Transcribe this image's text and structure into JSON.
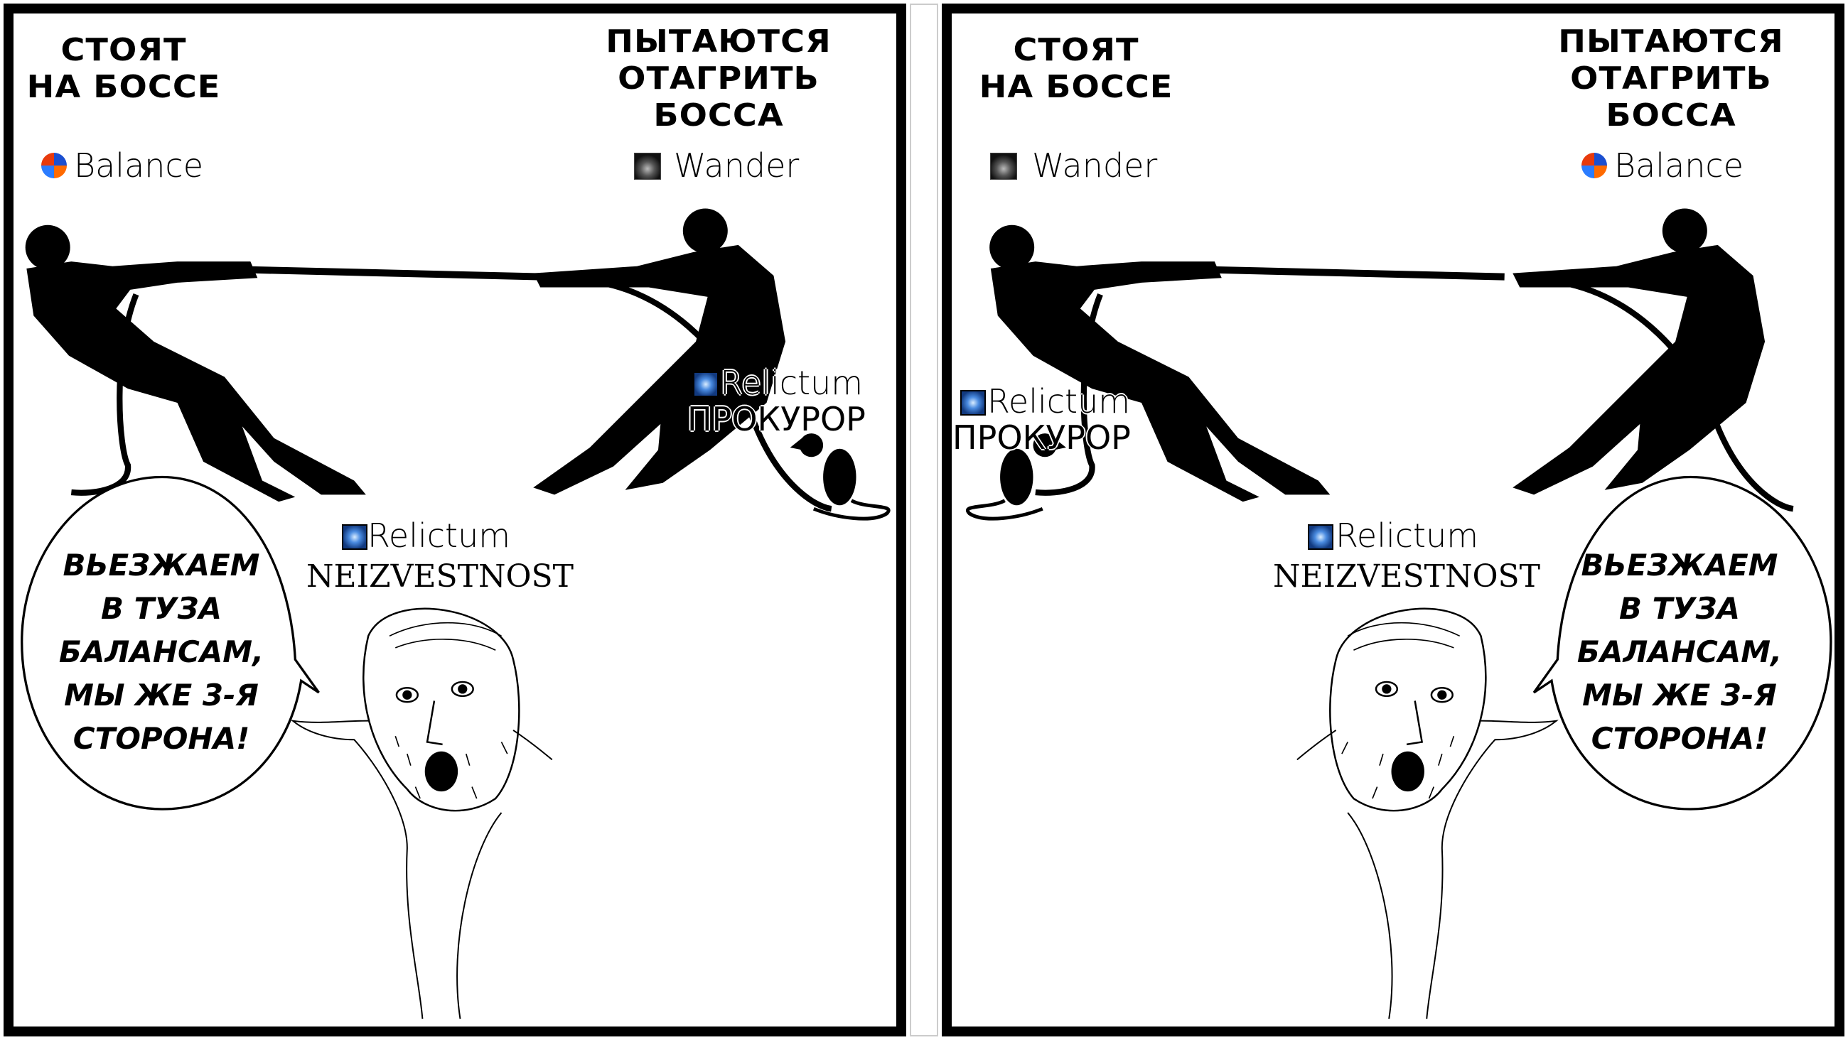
{
  "panels": [
    {
      "left_header": [
        "СТОЯТ",
        "НА БОССЕ"
      ],
      "right_header": [
        "ПЫТАЮТСЯ",
        "ОТАГРИТЬ",
        "БОССА"
      ],
      "left_team": {
        "name": "Balance",
        "icon": "balance-guild-icon"
      },
      "right_team": {
        "name": "Wander",
        "icon": "wander-guild-icon"
      },
      "rat_label": {
        "guild": "Relictum",
        "name": "ПРОКУРОР"
      },
      "wojak_label": {
        "guild": "Relictum",
        "name": "NEIZVESTNOST"
      },
      "speech": [
        "ВЬЕЗЖАЕМ",
        "В ТУЗА",
        "БАЛАНСАМ,",
        "МЫ ЖЕ 3-Я",
        "СТОРОНА!"
      ]
    },
    {
      "left_header": [
        "СТОЯТ",
        "НА БОССЕ"
      ],
      "right_header": [
        "ПЫТАЮТСЯ",
        "ОТАГРИТЬ",
        "БОССА"
      ],
      "left_team": {
        "name": "Wander",
        "icon": "wander-guild-icon"
      },
      "right_team": {
        "name": "Balance",
        "icon": "balance-guild-icon"
      },
      "rat_label": {
        "guild": "Relictum",
        "name": "ПРОКУРОР"
      },
      "wojak_label": {
        "guild": "Relictum",
        "name": "NEIZVESTNOST"
      },
      "speech": [
        "ВЬЕЗЖАЕМ",
        "В ТУЗА",
        "БАЛАНСАМ,",
        "МЫ ЖЕ 3-Я",
        "СТОРОНА!"
      ]
    }
  ]
}
